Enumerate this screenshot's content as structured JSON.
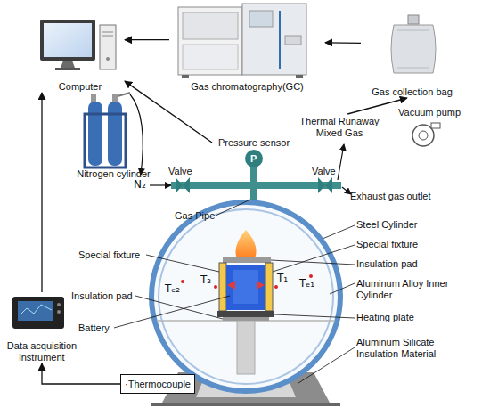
{
  "diagram": {
    "nodes": [
      {
        "text": [
          "Computer"
        ]
      },
      {
        "text": [
          "Gas chromatography(GC)"
        ]
      },
      {
        "text": [
          "Gas collection bag"
        ]
      },
      {
        "text": [
          "Thermal Runaway Mixed Gas"
        ]
      },
      {
        "text": [
          "Pressure sensor"
        ]
      },
      {
        "text": [
          "Nitrogen cylinder"
        ]
      },
      {
        "text": [
          "Data acquisition instrument"
        ]
      },
      {
        "text": [
          "·Thermocouple"
        ]
      }
    ],
    "edges": [
      {
        "from": 1,
        "to": 0,
        "arrow": "to"
      },
      {
        "from": 2,
        "to": 1,
        "arrow": "to"
      },
      {
        "from": 3,
        "to": 2,
        "arrow": "to"
      },
      {
        "from": 4,
        "to": 0,
        "arrow": "to"
      },
      {
        "from": 6,
        "to": 0,
        "arrow": "to"
      },
      {
        "from": 7,
        "to": 6,
        "arrow": "to"
      }
    ],
    "labels": [
      "N₂",
      "P",
      "Valve",
      "Valve",
      "Vacuum pump",
      "Exhaust gas outlet",
      "Gas Pipe",
      "Steel Cylinder",
      "Special fixture",
      "Special fixture",
      "Insulation pad",
      "Insulation pad",
      "T₂",
      "T₁",
      "Tₑ₂",
      "Tₑ₁",
      "Aluminum Alloy Inner Cylinder",
      "Battery",
      "Heating plate",
      "Aluminum Silicate Insulation Material"
    ]
  }
}
